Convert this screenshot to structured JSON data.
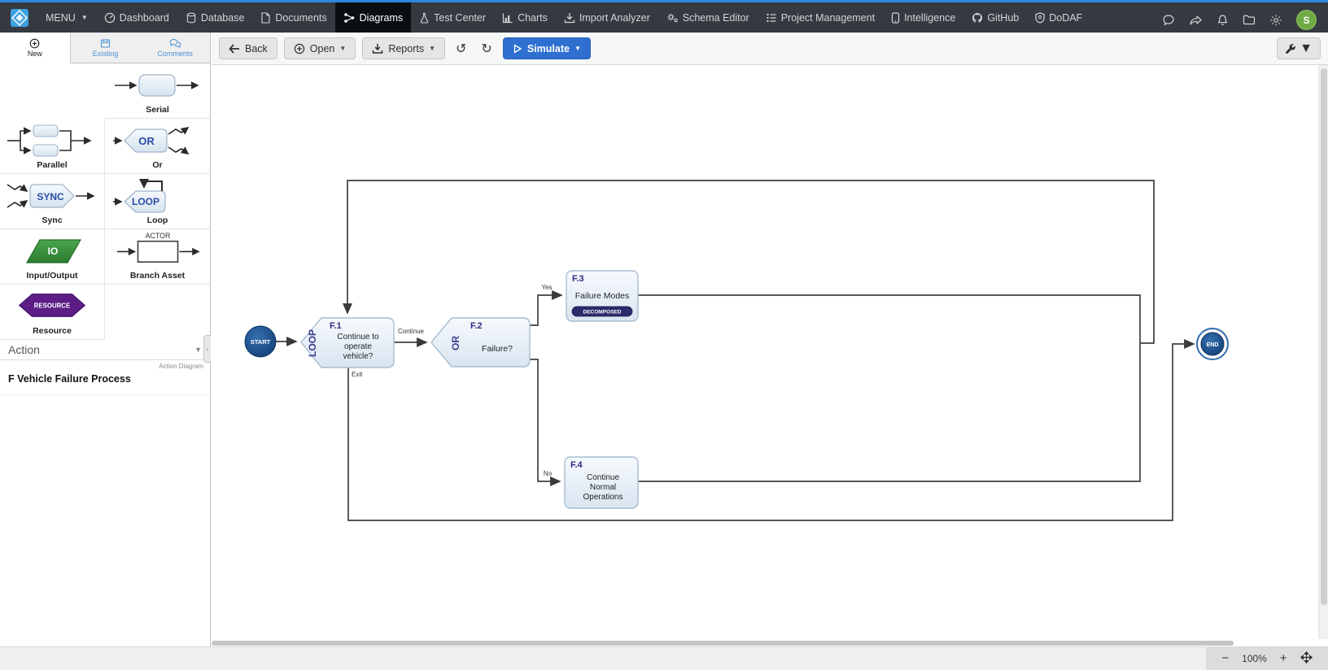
{
  "nav": {
    "items": [
      {
        "label": "MENU"
      },
      {
        "label": "Dashboard"
      },
      {
        "label": "Database"
      },
      {
        "label": "Documents"
      },
      {
        "label": "Diagrams"
      },
      {
        "label": "Test Center"
      },
      {
        "label": "Charts"
      },
      {
        "label": "Import Analyzer"
      },
      {
        "label": "Schema Editor"
      },
      {
        "label": "Project Management"
      },
      {
        "label": "Intelligence"
      },
      {
        "label": "GitHub"
      },
      {
        "label": "DoDAF"
      }
    ],
    "avatar": "S"
  },
  "sidebar": {
    "tabs": [
      {
        "label": "New"
      },
      {
        "label": "Existing"
      },
      {
        "label": "Comments"
      }
    ],
    "palette": [
      {
        "label": "Serial"
      },
      {
        "label": "Parallel"
      },
      {
        "label": "Or",
        "glyph": "OR"
      },
      {
        "label": "Sync",
        "glyph": "SYNC"
      },
      {
        "label": "Loop",
        "glyph": "LOOP"
      },
      {
        "label": "Input/Output",
        "glyph": "IO"
      },
      {
        "label": "Branch Asset",
        "glyph": "ACTOR"
      },
      {
        "label": "Resource",
        "glyph": "RESOURCE"
      }
    ],
    "dropdown_label": "Action",
    "item_type": "Action Diagram",
    "item_name": "F Vehicle Failure Process"
  },
  "toolbar": {
    "back": "Back",
    "open": "Open",
    "reports": "Reports",
    "simulate": "Simulate"
  },
  "diagram": {
    "start": "START",
    "end": "END",
    "f1": {
      "id": "F.1",
      "construct": "LOOP",
      "lines": [
        "Continue to",
        "operate",
        "vehicle?"
      ],
      "exit_label": "Exit",
      "continue_label": "Continue"
    },
    "f2": {
      "id": "F.2",
      "construct": "OR",
      "text": "Failure?",
      "yes_label": "Yes",
      "no_label": "No"
    },
    "f3": {
      "id": "F.3",
      "text": "Failure Modes",
      "badge": "DECOMPOSED"
    },
    "f4": {
      "id": "F.4",
      "lines": [
        "Continue",
        "Normal",
        "Operations"
      ]
    }
  },
  "statusbar": {
    "zoom_out": "−",
    "zoom_level": "100%",
    "zoom_in": "+"
  }
}
